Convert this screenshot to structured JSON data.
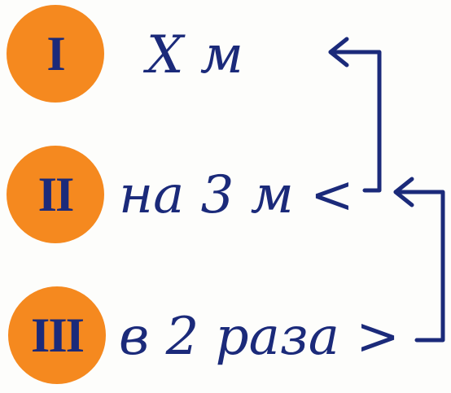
{
  "colors": {
    "marker_fill": "#f5891f",
    "ink": "#1b2a7a",
    "paper": "#fdfdfb"
  },
  "rows": [
    {
      "marker": "I",
      "text": "X м"
    },
    {
      "marker": "II",
      "text": "на 3 м <"
    },
    {
      "marker": "III",
      "text": "в 2 раза >"
    }
  ],
  "connectors": [
    {
      "from_row": 2,
      "to_row": 1,
      "icon": "bracket-arrow-left-icon"
    },
    {
      "from_row": 3,
      "to_row": 2,
      "icon": "bracket-arrow-left-icon"
    }
  ]
}
